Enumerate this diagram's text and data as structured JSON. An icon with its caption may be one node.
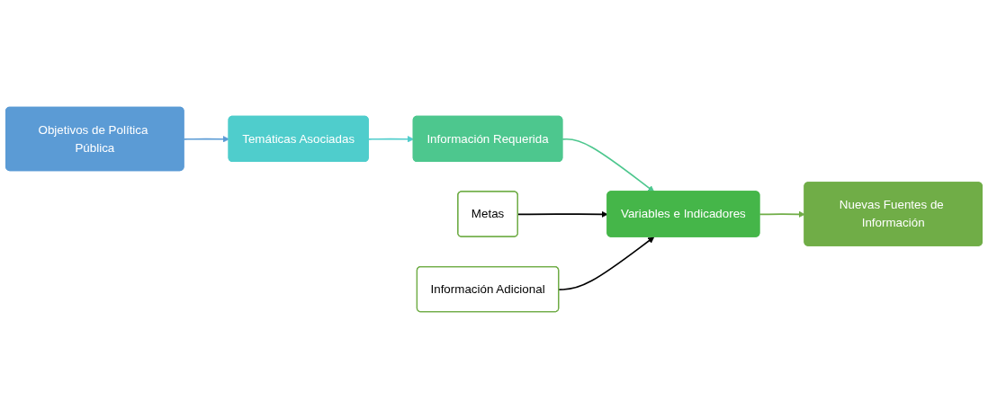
{
  "diagram": {
    "nodes": [
      {
        "text": [
          "Metas"
        ]
      },
      {
        "text": [
          "Objetivos de Política Pública"
        ]
      },
      {
        "text": [
          "Temáticas Asociadas"
        ]
      },
      {
        "text": [
          "Información Requerida"
        ]
      },
      {
        "text": [
          "Variables e Indicadores"
        ]
      },
      {
        "text": [
          "Nuevas Fuentes de Información"
        ]
      },
      {
        "text": [
          "Información Adicional"
        ]
      }
    ],
    "edges": [
      {
        "from": 1,
        "to": 2,
        "arrow": "to",
        "color": "#5b9bd5"
      },
      {
        "from": 2,
        "to": 3,
        "arrow": "to",
        "color": "#4fcdcc"
      },
      {
        "from": 3,
        "to": 4,
        "arrow": "to",
        "color": "#4dc78e"
      },
      {
        "from": 4,
        "to": 5,
        "arrow": "to",
        "color": "#70ad47"
      },
      {
        "from": 0,
        "to": 4,
        "arrow": "to"
      },
      {
        "from": 6,
        "to": 4,
        "arrow": "to"
      }
    ]
  }
}
